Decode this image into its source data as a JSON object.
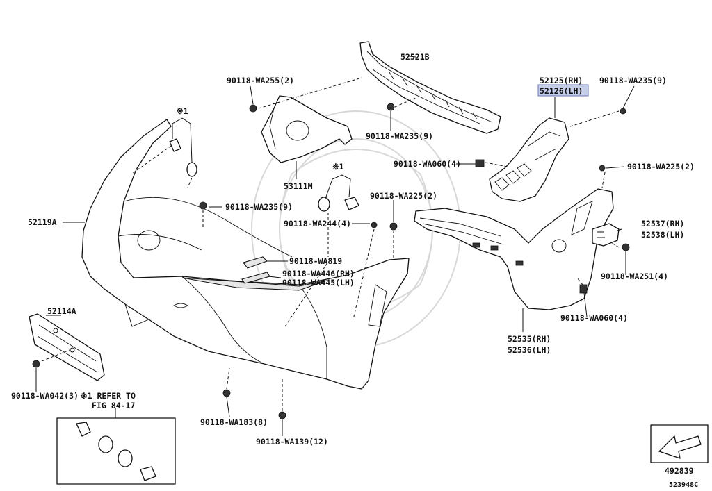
{
  "highlight_color": "#c5cde8",
  "labels": {
    "p52521B": "52521B",
    "p52125": "52125(RH)",
    "p52126": "52126(LH)",
    "wa255": "90118-WA255(2)",
    "wa235_9_top": "90118-WA235(9)",
    "wa235_9_mid": "90118-WA235(9)",
    "wa235_9_left": "90118-WA235(9)",
    "note1_a": "※1",
    "note1_b": "※1",
    "p53111M": "53111M",
    "wa060_top": "90118-WA060(4)",
    "wa225_right": "90118-WA225(2)",
    "wa225_mid": "90118-WA225(2)",
    "p52119A": "52119A",
    "wa244": "90118-WA244(4)",
    "p52537": "52537(RH)",
    "p52538": "52538(LH)",
    "wa819": "90118-WA819",
    "wa446": "90118-WA446(RH)",
    "wa445": "90118-WA445(LH)",
    "wa251": "90118-WA251(4)",
    "p52114A": "52114A",
    "wa060_bot": "90118-WA060(4)",
    "p52535": "52535(RH)",
    "p52536": "52536(LH)",
    "wa042": "90118-WA042(3)",
    "refer1": "※1 REFER TO",
    "refer2": "FIG 84-17",
    "wa183": "90118-WA183(8)",
    "wa139": "90118-WA139(12)",
    "code1": "492839",
    "code2": "523948C"
  },
  "icons": {
    "front_arrow": "front-direction-arrow-icon"
  }
}
